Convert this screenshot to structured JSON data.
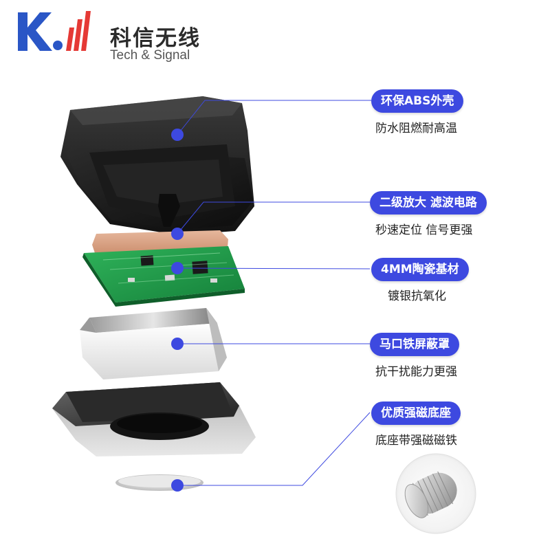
{
  "brand": {
    "name_cn": "科信无线",
    "name_en": "Tech & Signal",
    "logo_colors": {
      "blue": "#2a56c6",
      "red": "#e53935"
    }
  },
  "accent_color": "#3d49e0",
  "layers": [
    {
      "id": "shell",
      "title": "环保ABS外壳",
      "desc": "防水阻燃耐高温"
    },
    {
      "id": "amplifier",
      "title": "二级放大 滤波电路",
      "desc": "秒速定位 信号更强"
    },
    {
      "id": "ceramic",
      "title": "4MM陶瓷基材",
      "desc": "镀银抗氧化"
    },
    {
      "id": "shield",
      "title": "马口铁屏蔽罩",
      "desc": "抗干扰能力更强"
    },
    {
      "id": "base",
      "title": "优质强磁底座",
      "desc": "底座带强磁磁铁"
    }
  ]
}
